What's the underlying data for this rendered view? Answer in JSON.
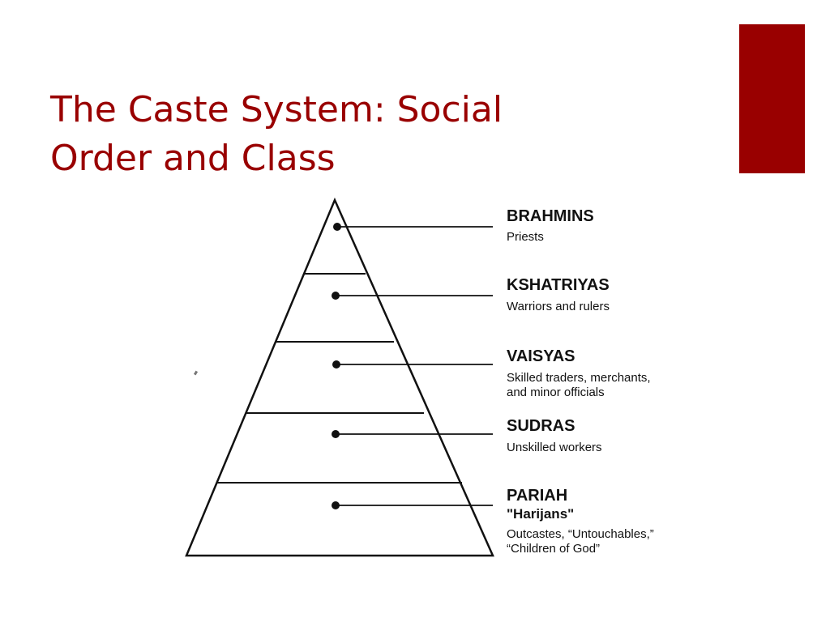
{
  "slide": {
    "title": "The Caste System: Social\nOrder and Class",
    "accent_color": "#990000"
  },
  "pyramid": {
    "levels": [
      {
        "name": "BRAHMINS",
        "description_lines": [
          "Priests"
        ]
      },
      {
        "name": "KSHATRIYAS",
        "description_lines": [
          "Warriors and rulers"
        ]
      },
      {
        "name": "VAISYAS",
        "description_lines": [
          "Skilled traders, merchants,",
          "and minor officials"
        ]
      },
      {
        "name": "SUDRAS",
        "description_lines": [
          "Unskilled workers"
        ]
      },
      {
        "name": "PARIAH",
        "alt_name": "\"Harijans\"",
        "description_lines": [
          "Outcastes, “Untouchables,”",
          "“Children of God”"
        ]
      }
    ]
  }
}
